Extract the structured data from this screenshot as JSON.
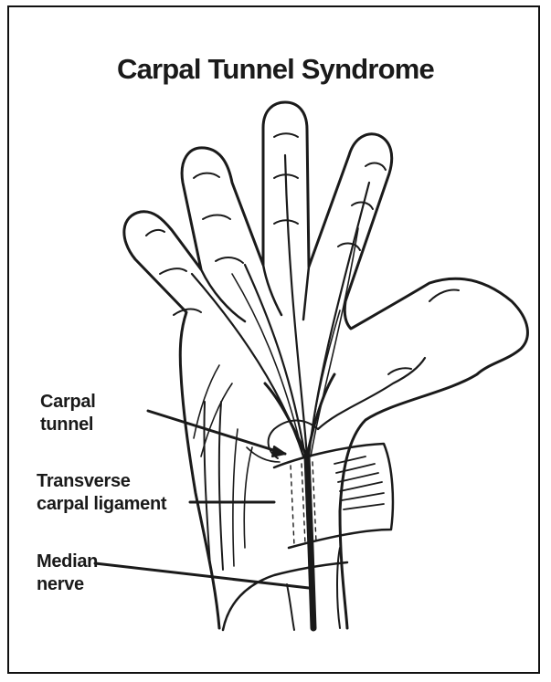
{
  "title": "Carpal Tunnel Syndrome",
  "labels": {
    "carpal_tunnel": [
      "Carpal",
      "tunnel"
    ],
    "transverse_carpal_ligament": [
      "Transverse",
      "carpal ligament"
    ],
    "median_nerve": [
      "Median",
      "nerve"
    ]
  },
  "colors": {
    "ink": "#1a1a1a",
    "background": "#ffffff"
  }
}
